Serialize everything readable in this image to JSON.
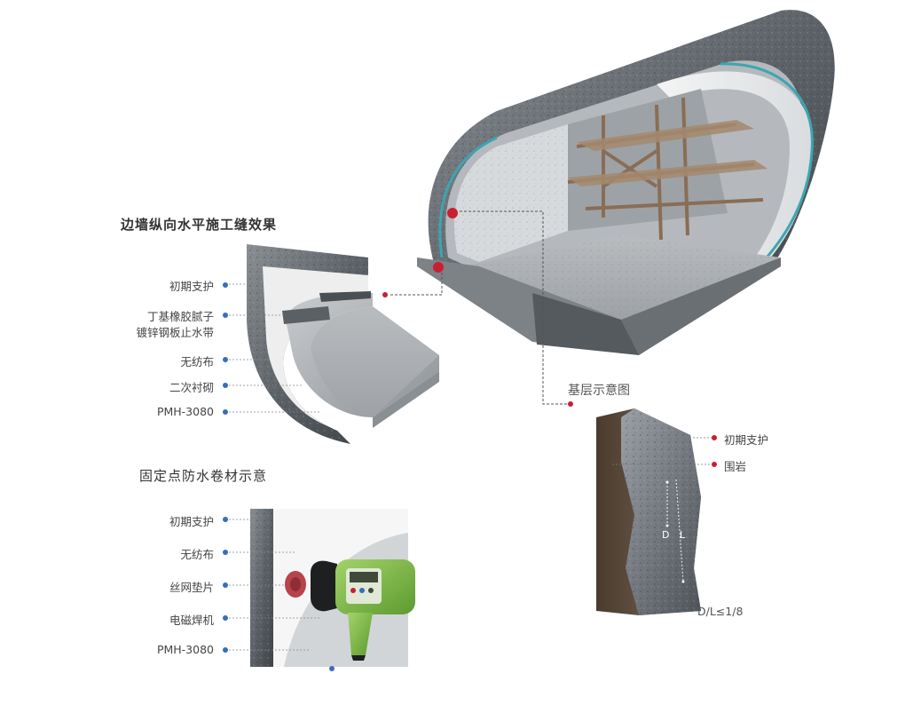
{
  "colors": {
    "callout_blue": "#3a6db5",
    "callout_red": "#c8202f",
    "welder_green": "#7cc242"
  },
  "section1": {
    "title": "边墙纵向水平施工缝效果",
    "labels": [
      "初期支护",
      "丁基橡胶腻子",
      "镀锌钢板止水带",
      "无纺布",
      "二次衬砌",
      "PMH-3080"
    ]
  },
  "section2": {
    "title": "固定点防水卷材示意",
    "labels": [
      "初期支护",
      "无纺布",
      "丝网垫片",
      "电磁焊机",
      "PMH-3080"
    ]
  },
  "section3": {
    "title": "基层示意图",
    "labels": [
      "初期支护",
      "围岩"
    ],
    "dim_d": "D",
    "dim_l": "L",
    "ratio": "D/L≤1/8"
  }
}
